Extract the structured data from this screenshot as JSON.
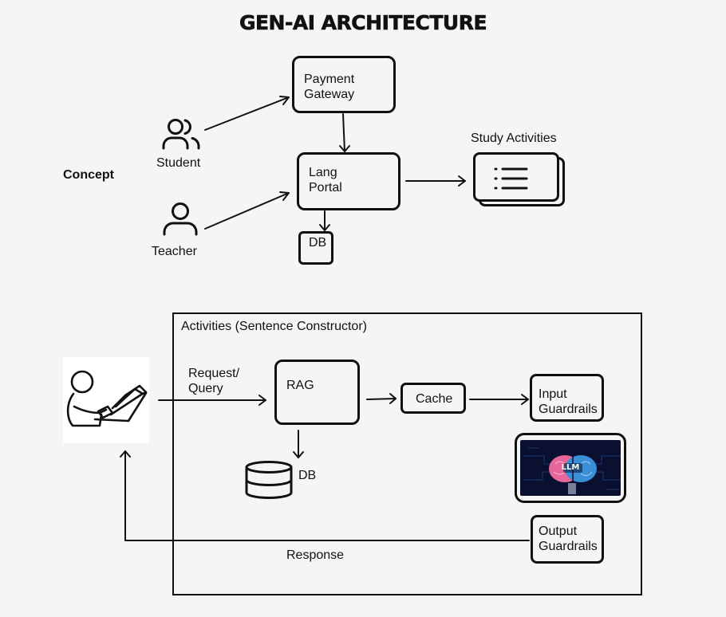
{
  "title": "GEN-AI ARCHITECTURE",
  "concept": {
    "label": "Concept",
    "student": "Student",
    "teacher": "Teacher",
    "payment_gateway": "Payment\nGateway",
    "lang_portal": "Lang\nPortal",
    "db": "DB",
    "study_activities": "Study Activities"
  },
  "activities": {
    "frame_title": "Activities (Sentence Constructor)",
    "request": "Request/\nQuery",
    "rag": "RAG",
    "db": "DB",
    "cache": "Cache",
    "input_guardrails": "Input\nGuardrails",
    "output_guardrails": "Output\nGuardrails",
    "llm": "LLM",
    "response": "Response"
  },
  "icons": {
    "student": "users-icon",
    "teacher": "user-icon",
    "study_activities": "list-icon",
    "db": "database-icon",
    "user_laptop": "person-laptop-icon",
    "llm": "brain-icon"
  },
  "colors": {
    "background": "#f5f5f5",
    "stroke": "#111111",
    "llm_bg": "#0b1030",
    "brain_pink": "#e8679a",
    "brain_blue": "#3b8fd6"
  }
}
